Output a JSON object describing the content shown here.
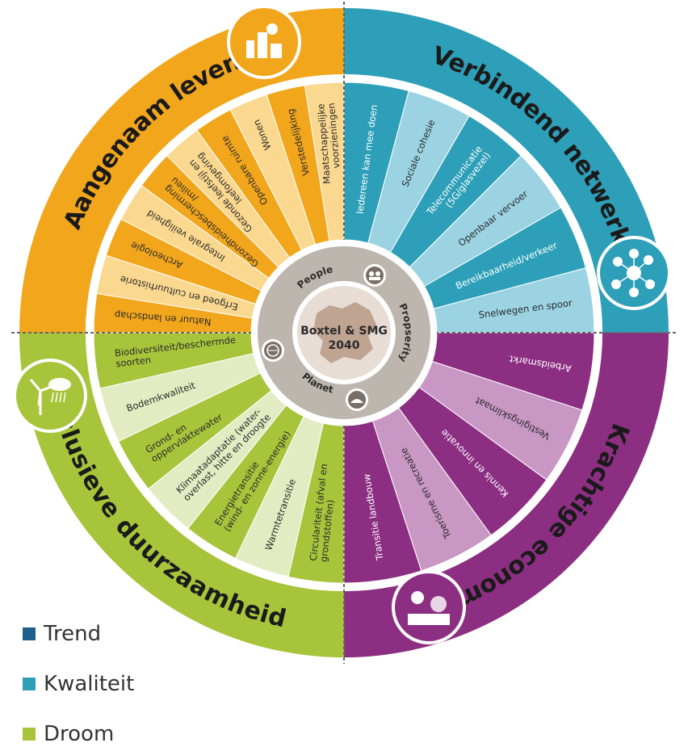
{
  "colors": {
    "orange_dark": "#F2A61C",
    "orange_light": "#FAD88F",
    "teal_dark": "#2E9FB8",
    "teal_light": "#9BD3E2",
    "purple_dark": "#8C2E82",
    "purple_light": "#C897C4",
    "green_dark": "#A8C43A",
    "green_light": "#E2EBC2",
    "inner_ring": "#BDB6AF",
    "center": "#E7DDD4",
    "map_shape": "#B99A86",
    "divider": "#666666"
  },
  "quadrants": {
    "aangenaam": "Aangenaam leven",
    "verbindend": "Verbindend netwerk",
    "krachtige": "Krachtige economie",
    "inclusieve": "Inclusieve duurzaamheid"
  },
  "center": {
    "line1": "Boxtel & SMG",
    "line2": "2040"
  },
  "inner_ring": {
    "people": "People",
    "prosperity": "Propserity",
    "planet": "Planet"
  },
  "segments": {
    "aangenaam": [
      [
        "Natuur en landschap"
      ],
      [
        "Erfgoed en cultuurhistorie"
      ],
      [
        "Archeologie"
      ],
      [
        "Integrale veiligheid"
      ],
      [
        "Gezondheidsbescherming",
        "/milieu"
      ],
      [
        "Gezonde leefstijl en",
        "leefomgeving"
      ],
      [
        "Openbare ruimte"
      ],
      [
        "Wonen"
      ],
      [
        "Verstedelijking"
      ],
      [
        "Maatschappelijke",
        "voorzieningen"
      ]
    ],
    "verbindend": [
      [
        "Iedereen kan mee doen"
      ],
      [
        "Sociale cohesie"
      ],
      [
        "Telecommunicatie",
        "(5G/glasvezel)"
      ],
      [
        "Openbaar vervoer"
      ],
      [
        "Bereikbaarheid/verkeer"
      ],
      [
        "Snelwegen en spoor"
      ]
    ],
    "krachtige": [
      [
        "Arbeidsmarkt"
      ],
      [
        "Vestigingsklimaat"
      ],
      [
        "Kennis en innovatie"
      ],
      [
        "Toerisme en recreatie"
      ],
      [
        "Transitie landbouw"
      ]
    ],
    "inclusieve": [
      [
        "Circulariteit (afval en",
        "grondstoffen)"
      ],
      [
        "Warmtetransitie"
      ],
      [
        "Energietransitie",
        "(wind- en zonne-energie)"
      ],
      [
        "Klimaatadaptatie (water-",
        "overlast, hitte en droogte"
      ],
      [
        "Grond- en",
        "oppervlaktewater"
      ],
      [
        "Bodemkwaliteit"
      ],
      [
        "Biodiversiteit/beschermde",
        "soorten"
      ]
    ]
  },
  "icons": {
    "aangenaam": "city-culture-icon",
    "verbindend": "network-icon",
    "krachtige": "economy-innovation-icon",
    "inclusieve": "windmill-weather-icon",
    "people": "people-icon",
    "prosperity": "landscape-icon",
    "planet": "globe-icon"
  },
  "legend": [
    {
      "label": "Trend",
      "color": "#1F5F8B"
    },
    {
      "label": "Kwaliteit",
      "color": "#2E9FB8"
    },
    {
      "label": "Droom",
      "color": "#A8C43A"
    }
  ]
}
